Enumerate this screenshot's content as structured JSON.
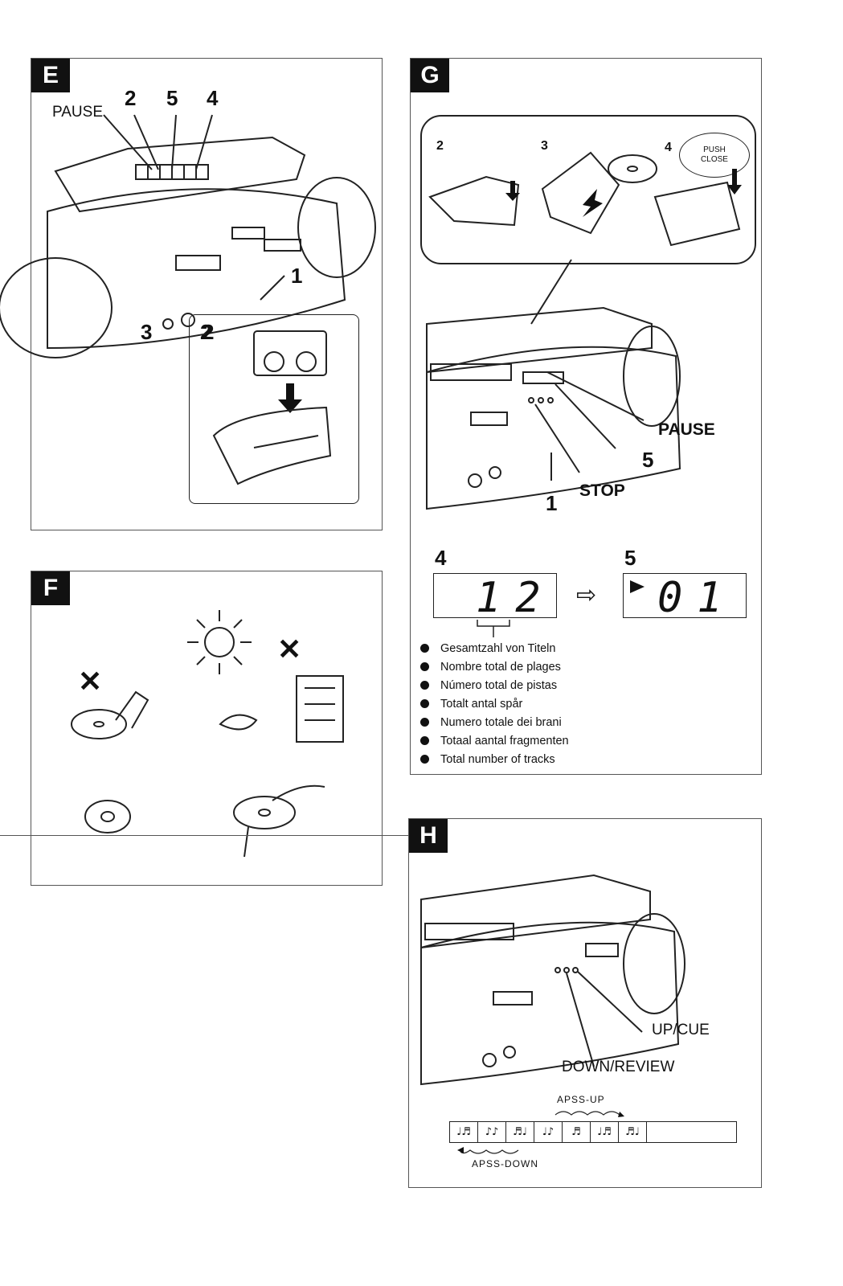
{
  "panel_e": {
    "tag": "E",
    "pause_label": "PAUSE",
    "callouts": [
      "2",
      "5",
      "4",
      "1",
      "3",
      "2",
      "2"
    ]
  },
  "panel_f": {
    "tag": "F",
    "marks": [
      "✕",
      "✕"
    ]
  },
  "panel_g": {
    "tag": "G",
    "steps": [
      "2",
      "3",
      "4"
    ],
    "push_close": "PUSH CLOSE",
    "pause_label": "PAUSE",
    "stop_label": "STOP",
    "callouts": [
      "5",
      "1"
    ],
    "display_left_num": "4",
    "display_right_num": "5",
    "display_left_value": "12",
    "display_right_value": "01",
    "arrow": "⇨",
    "track_languages": [
      "Gesamtzahl von Titeln",
      "Nombre total de plages",
      "Número total de pistas",
      "Totalt antal spår",
      "Numero totale dei brani",
      "Totaal aantal fragmenten",
      "Total number of tracks"
    ]
  },
  "panel_h": {
    "tag": "H",
    "up_cue": "UP/CUE",
    "down_review": "DOWN/REVIEW",
    "apss_up": "APSS-UP",
    "apss_down": "APSS-DOWN",
    "tape_cells": [
      "♩♬",
      "♪♪",
      "♬♩",
      "♩♪",
      "♬",
      "♩♬",
      "♬♩"
    ]
  },
  "colors": {
    "ink": "#111111",
    "paper": "#ffffff"
  }
}
